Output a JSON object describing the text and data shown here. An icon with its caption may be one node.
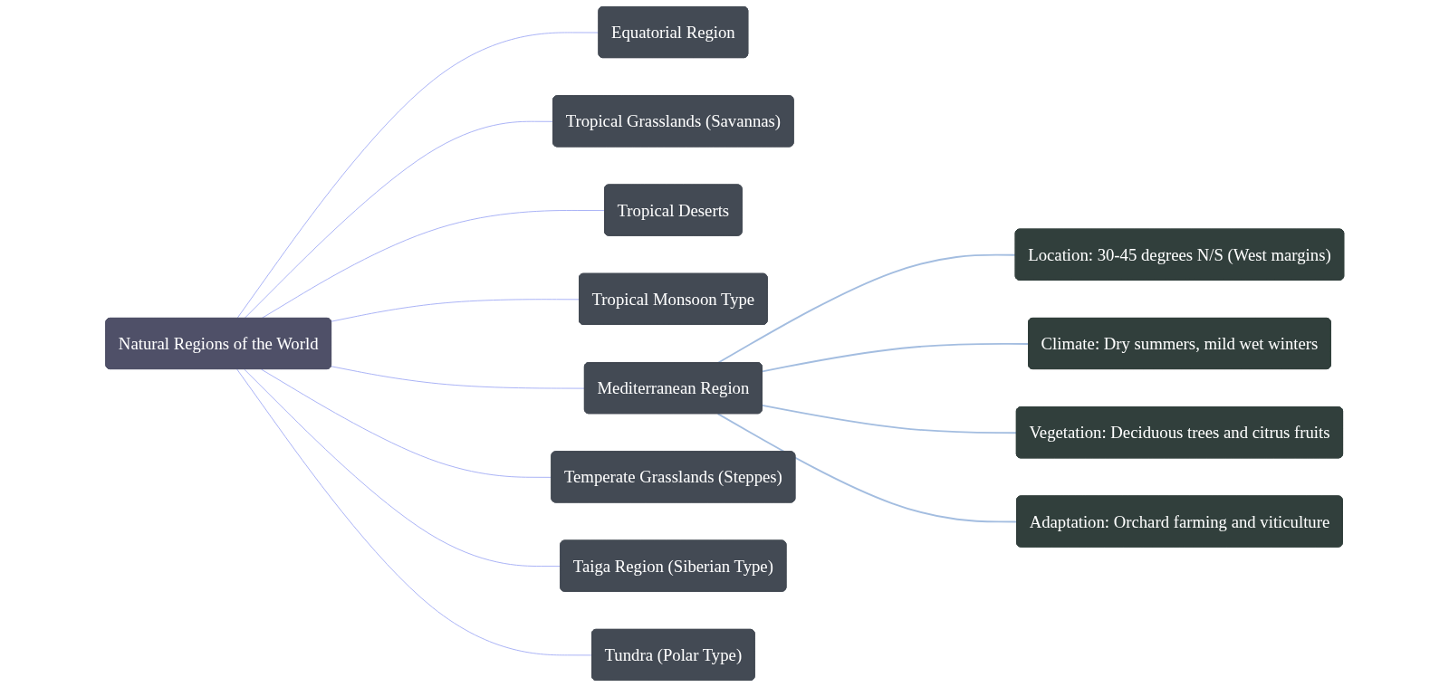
{
  "diagram": {
    "nodes": [
      {
        "text": [
          "Natural Regions of the World"
        ]
      },
      {
        "text": [
          "Equatorial Region"
        ]
      },
      {
        "text": [
          "Tropical Grasslands (Savannas)"
        ]
      },
      {
        "text": [
          "Tropical Deserts"
        ]
      },
      {
        "text": [
          "Tropical Monsoon Type"
        ]
      },
      {
        "text": [
          "Mediterranean Region"
        ]
      },
      {
        "text": [
          "Temperate Grasslands (Steppes)"
        ]
      },
      {
        "text": [
          "Taiga Region (Siberian Type)"
        ]
      },
      {
        "text": [
          "Tundra (Polar Type)"
        ]
      },
      {
        "text": [
          "Location: 30-45 degrees N/S (West margins)"
        ]
      },
      {
        "text": [
          "Climate: Dry summers, mild wet winters"
        ]
      },
      {
        "text": [
          "Vegetation: Deciduous trees and citrus fruits"
        ]
      },
      {
        "text": [
          "Adaptation: Orchard farming and viticulture"
        ]
      }
    ],
    "edges": [
      {
        "from": 0,
        "to": 1,
        "arrow": "none"
      },
      {
        "from": 0,
        "to": 2,
        "arrow": "none"
      },
      {
        "from": 0,
        "to": 3,
        "arrow": "none"
      },
      {
        "from": 0,
        "to": 4,
        "arrow": "none"
      },
      {
        "from": 0,
        "to": 5,
        "arrow": "none"
      },
      {
        "from": 0,
        "to": 6,
        "arrow": "none"
      },
      {
        "from": 0,
        "to": 7,
        "arrow": "none"
      },
      {
        "from": 0,
        "to": 8,
        "arrow": "none"
      },
      {
        "from": 5,
        "to": 9,
        "arrow": "none",
        "color": "#a3bde0"
      },
      {
        "from": 5,
        "to": 10,
        "arrow": "none",
        "color": "#a3bde0"
      },
      {
        "from": 5,
        "to": 11,
        "arrow": "none",
        "color": "#a3bde0"
      },
      {
        "from": 5,
        "to": 12,
        "arrow": "none",
        "color": "#a3bde0"
      }
    ]
  }
}
